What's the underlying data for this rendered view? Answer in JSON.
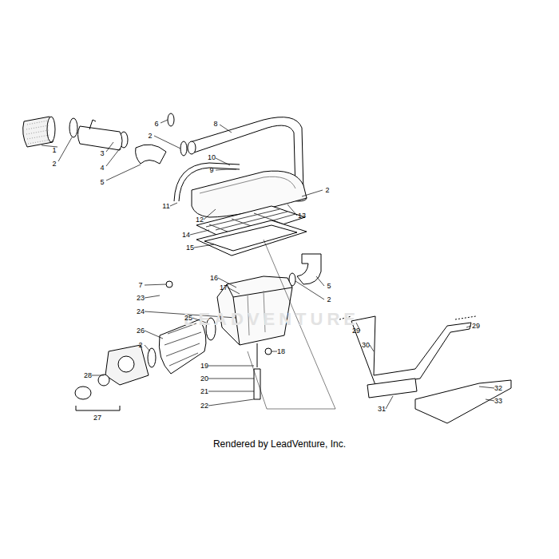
{
  "diagram": {
    "labels": [
      "1",
      "2",
      "3",
      "4",
      "2",
      "6",
      "8",
      "5",
      "10",
      "9",
      "2",
      "11",
      "12",
      "13",
      "14",
      "15",
      "16",
      "17",
      "7",
      "23",
      "24",
      "5",
      "2",
      "25",
      "26",
      "29",
      "29",
      "30",
      "2",
      "18",
      "19",
      "20",
      "28",
      "21",
      "22",
      "31",
      "32",
      "33",
      "27",
      "Rendered by LeadVenture, Inc.",
      "LEADVENTURE"
    ]
  }
}
